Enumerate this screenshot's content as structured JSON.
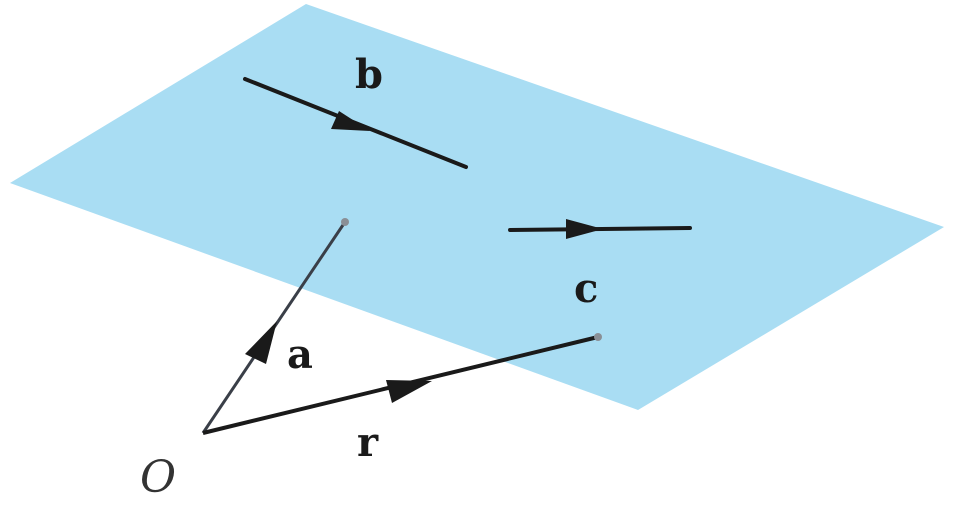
{
  "labels": {
    "b": "b",
    "c": "c",
    "a": "a",
    "r": "r",
    "origin": "O"
  },
  "colors": {
    "plane": "#a9ddf3",
    "line": "#1a1a1a",
    "thin_line": "#3a3f48",
    "point": "#8a8f96"
  }
}
